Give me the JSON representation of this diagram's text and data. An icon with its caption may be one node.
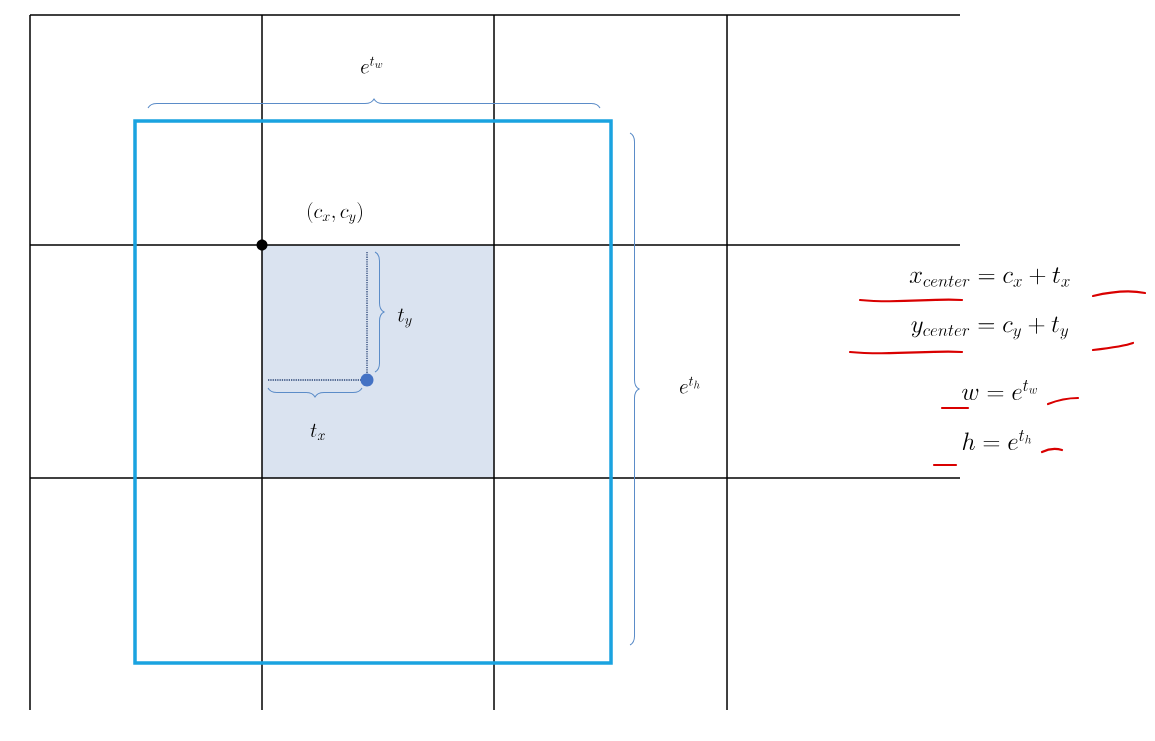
{
  "diagram": {
    "labels": [
      "e^{t_w}",
      "(c_x, c_y)",
      "x_{center} = c_x + t_x",
      "t_y",
      "y_{center} = c_y + t_y",
      "e^{t_h}",
      "w = e^{t_w}",
      "t_x",
      "h = e^{t_h}"
    ]
  }
}
